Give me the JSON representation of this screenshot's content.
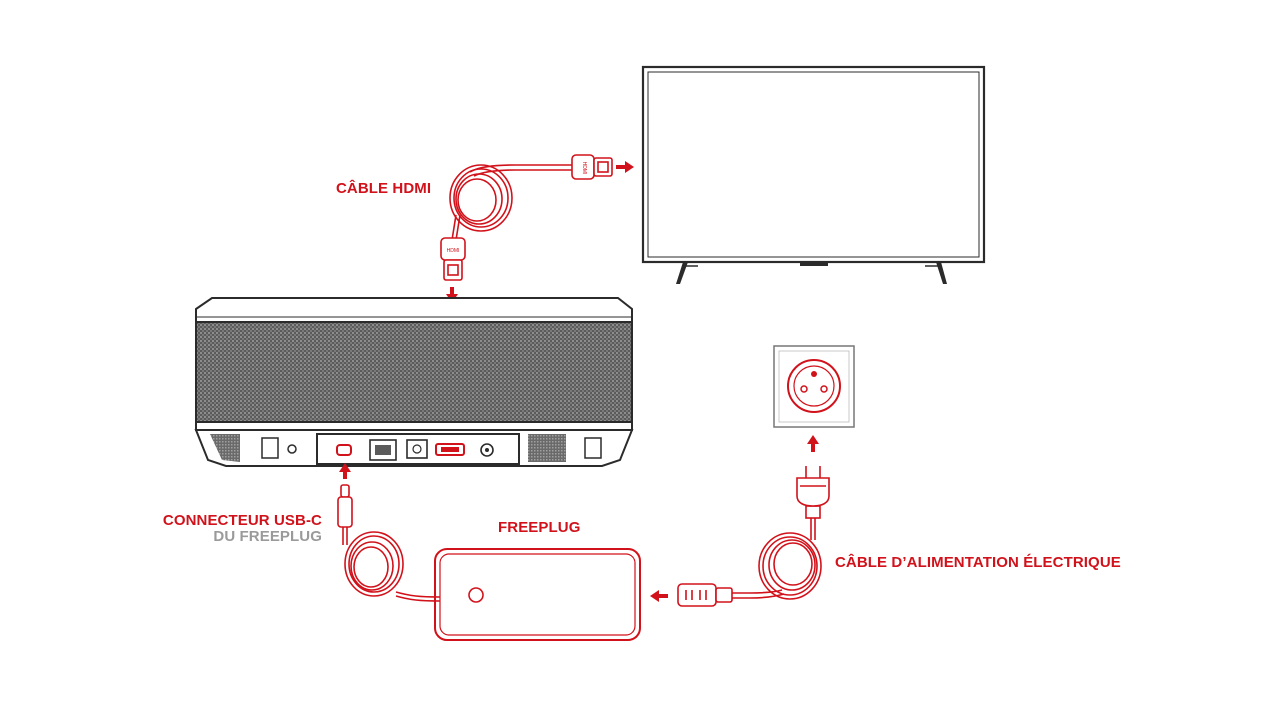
{
  "labels": {
    "hdmi_cable": "CÂBLE HDMI",
    "usbc_connector_line1": "CONNECTEUR USB-C",
    "usbc_connector_line2": "DU FREEPLUG",
    "freeplug": "FREEPLUG",
    "power_cable": "CÂBLE D’ALIMENTATION ÉLECTRIQUE"
  },
  "connector_marks": {
    "hdmi_plug": "HDMI"
  },
  "colors": {
    "accent_red": "#d1121b",
    "device_dark": "#2b2b2b",
    "device_grey": "#777777",
    "muted_label": "#9a9a9a",
    "background": "#ffffff"
  }
}
